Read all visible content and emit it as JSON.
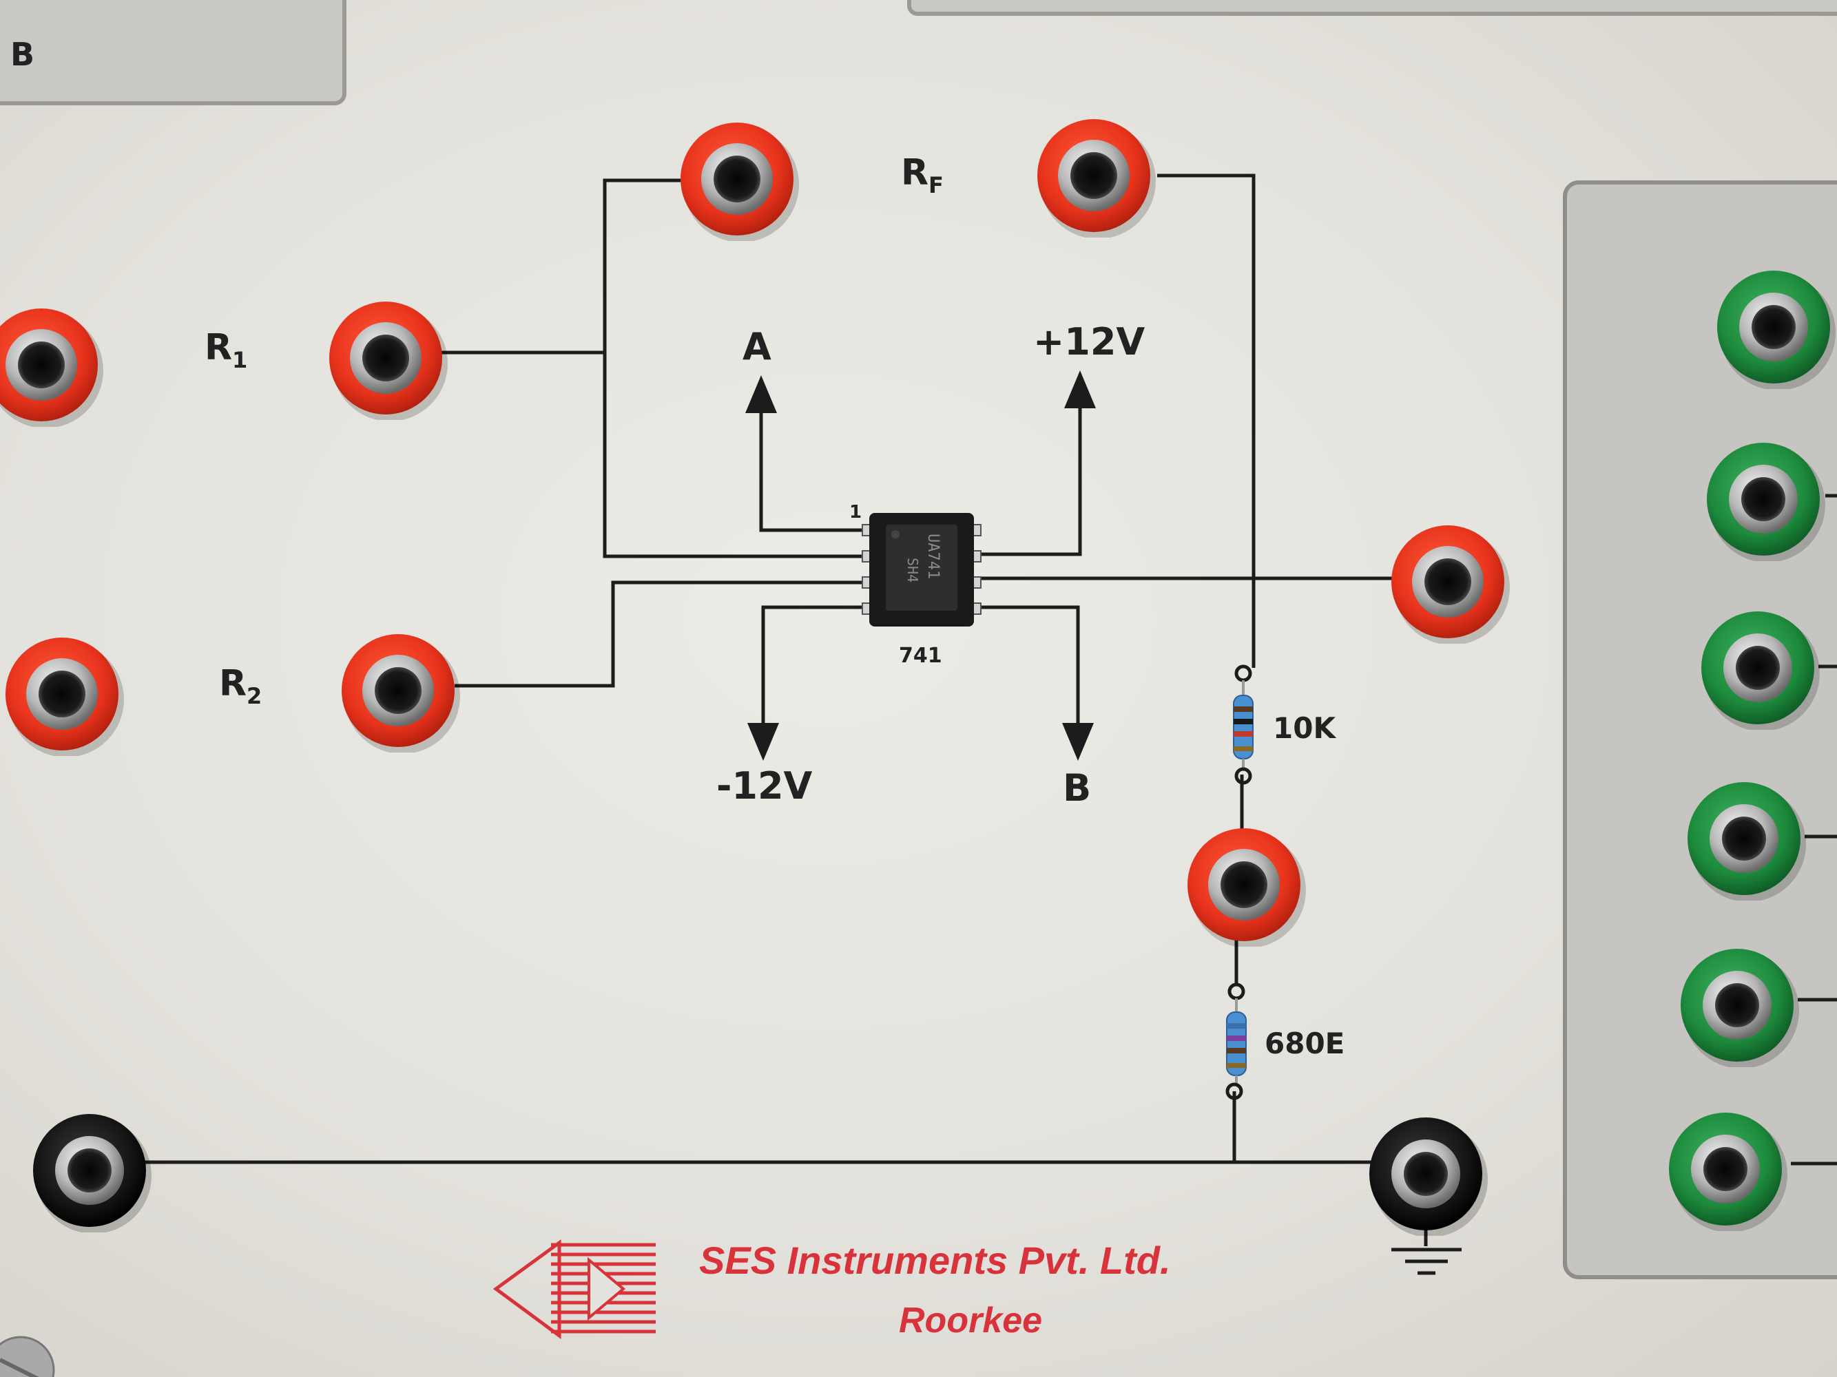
{
  "top_left_panel_text": "B",
  "labels": {
    "r1": {
      "letter": "R",
      "sub": "1"
    },
    "r2": {
      "letter": "R",
      "sub": "2"
    },
    "rf": {
      "letter": "R",
      "sub": "F"
    },
    "a": "A",
    "b": "B",
    "plus12v": "+12V",
    "minus12v": "-12V",
    "pin1": "1",
    "ic_part": "741",
    "ic_marking_1": "UA741",
    "ic_marking_2": "SH4"
  },
  "resistors": [
    {
      "value": "10K"
    },
    {
      "value": "680E"
    }
  ],
  "manufacturer": {
    "name": "SES Instruments Pvt. Ltd.",
    "city": "Roorkee"
  },
  "colors": {
    "socket_red": "#e8331c",
    "socket_green": "#1d8a3c",
    "socket_black": "#151515",
    "trace": "#1c1c1c",
    "panel_grey": "#c9c8c4",
    "brand_red": "#d8323a"
  },
  "icons": [
    "banana-socket-icon",
    "ground-symbol-icon",
    "op-amp-ic-icon",
    "resistor-icon",
    "ses-logo-icon"
  ]
}
